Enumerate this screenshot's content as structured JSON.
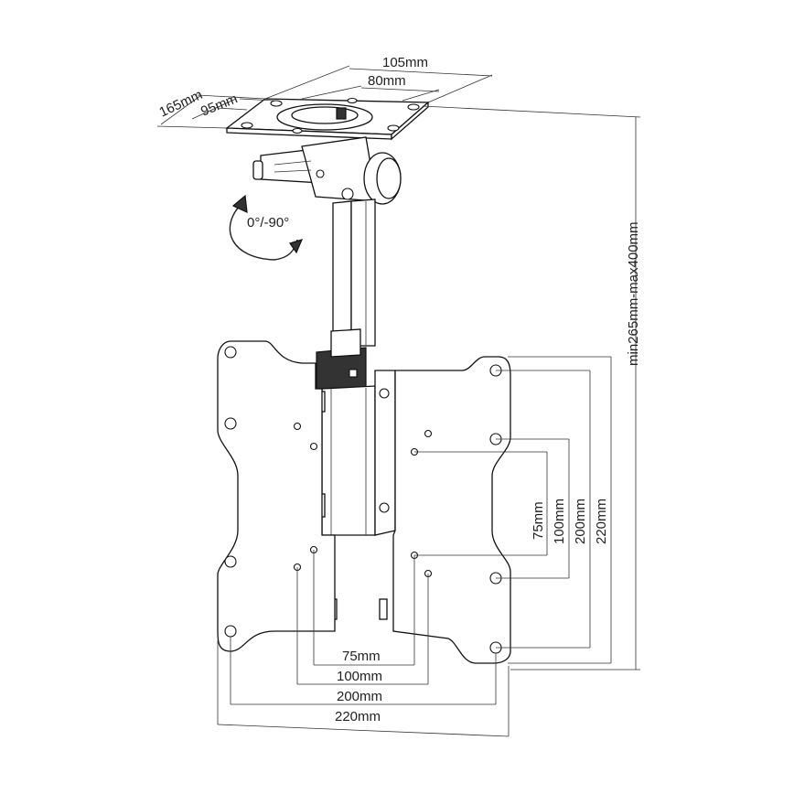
{
  "diagram": {
    "top_plate": {
      "width": "105mm",
      "inner_width": "80mm",
      "depth": "165mm",
      "inner_depth": "95mm"
    },
    "tilt": "0°/-90°",
    "height_range": "min265mm-max400mm",
    "vesa_horizontal": [
      "75mm",
      "100mm",
      "200mm",
      "220mm"
    ],
    "vesa_vertical": [
      "75mm",
      "100mm",
      "200mm",
      "220mm"
    ]
  }
}
